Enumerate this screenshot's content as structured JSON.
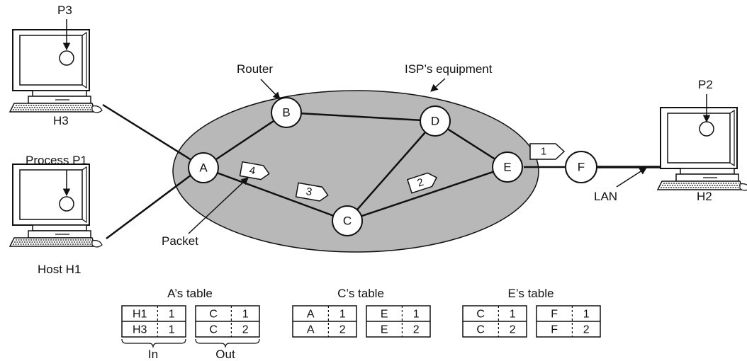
{
  "labels": {
    "p3": "P3",
    "h3": "H3",
    "process_p1": "Process P1",
    "host_h1": "Host H1",
    "router": "Router",
    "isp": "ISP’s equipment",
    "packet": "Packet",
    "p2": "P2",
    "h2": "H2",
    "lan": "LAN"
  },
  "nodes": {
    "a": "A",
    "b": "B",
    "c": "C",
    "d": "D",
    "e": "E",
    "f": "F"
  },
  "packets": {
    "p1": "1",
    "p2": "2",
    "p3": "3",
    "p4": "4"
  },
  "tables": {
    "a": {
      "title": "A’s table",
      "in_label": "In",
      "out_label": "Out",
      "left": [
        [
          "H1",
          "1"
        ],
        [
          "H3",
          "1"
        ]
      ],
      "right": [
        [
          "C",
          "1"
        ],
        [
          "C",
          "2"
        ]
      ]
    },
    "c": {
      "title": "C’s table",
      "left": [
        [
          "A",
          "1"
        ],
        [
          "A",
          "2"
        ]
      ],
      "right": [
        [
          "E",
          "1"
        ],
        [
          "E",
          "2"
        ]
      ]
    },
    "e": {
      "title": "E’s table",
      "left": [
        [
          "C",
          "1"
        ],
        [
          "C",
          "2"
        ]
      ],
      "right": [
        [
          "F",
          "1"
        ],
        [
          "F",
          "2"
        ]
      ]
    }
  },
  "colors": {
    "cloud": "#b8b8b8",
    "line": "#111111",
    "node_fill": "#ffffff"
  }
}
